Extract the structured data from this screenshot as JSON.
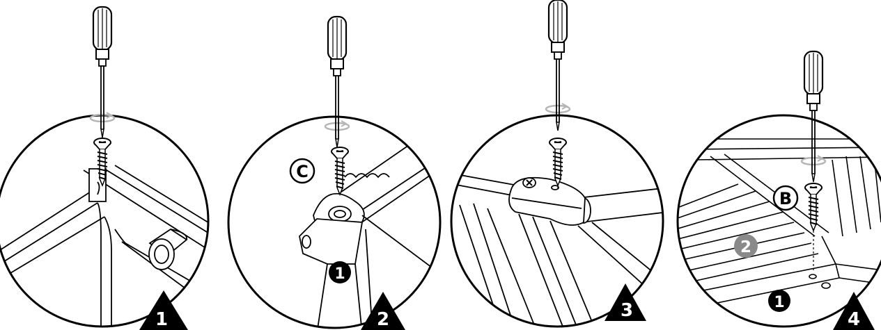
{
  "steps": [
    {
      "number": "1"
    },
    {
      "number": "2",
      "part_label": "C",
      "part_number": "1"
    },
    {
      "number": "3"
    },
    {
      "number": "4",
      "part_label": "B",
      "part_number_a": "2",
      "part_number_b": "1"
    }
  ],
  "colors": {
    "ink": "#000000",
    "paper": "#ffffff",
    "grey_badge": "#8a8a8a"
  },
  "icons": [
    "screwdriver-icon",
    "screw-icon",
    "rotation-arrow-icon"
  ]
}
